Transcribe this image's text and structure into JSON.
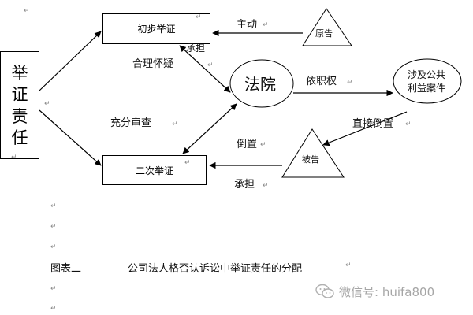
{
  "diagram": {
    "side_box": [
      "举",
      "证",
      "责",
      "任"
    ],
    "box_initial": "初步举证",
    "box_second": "二次举证",
    "court": "法院",
    "public_case": [
      "涉及公共",
      "利益案件"
    ],
    "plaintiff": "原告",
    "defendant": "被告",
    "labels": {
      "active": "主动",
      "bear_top": "承担",
      "reasonable_doubt": "合理怀疑",
      "ex_officio": "依职权",
      "full_review": "充分审查",
      "direct_invert": "直接倒置",
      "invert": "倒置",
      "bear_bottom": "承担"
    }
  },
  "caption": {
    "figure_no": "图表二",
    "title": "公司法人格否认诉讼中举证责任的分配"
  },
  "watermark": "微信号: huifa800",
  "marks": {
    "arrow": "↵"
  }
}
